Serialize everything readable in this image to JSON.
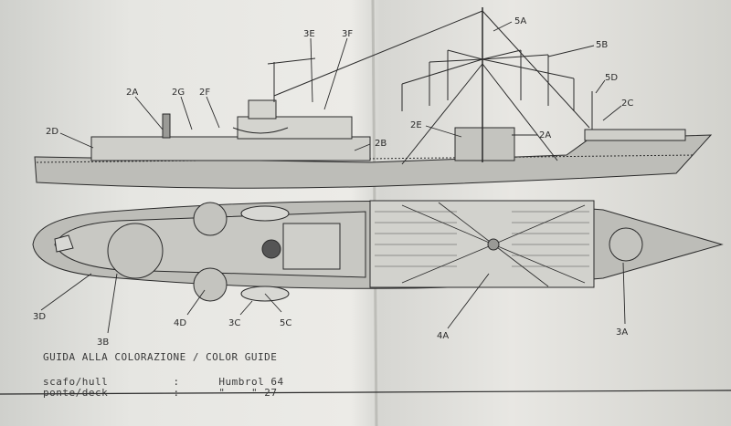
{
  "callouts": {
    "c_5A": "5A",
    "c_5B": "5B",
    "c_5D": "5D",
    "c_3E": "3E",
    "c_3F": "3F",
    "c_2A_left": "2A",
    "c_2G": "2G",
    "c_2F": "2F",
    "c_2D": "2D",
    "c_2E": "2E",
    "c_2A_right": "2A",
    "c_2C": "2C",
    "c_2B": "2B",
    "c_3D": "3D",
    "c_3B": "3B",
    "c_4D": "4D",
    "c_3C": "3C",
    "c_5C": "5C",
    "c_4A": "4A",
    "c_3A": "3A"
  },
  "legend": {
    "title": "GUIDA ALLA COLORAZIONE / COLOR GUIDE",
    "rows": [
      {
        "label": "scafo/hull",
        "sep": ":",
        "value": "Humbrol 64"
      },
      {
        "label": "ponte/deck",
        "sep": ":",
        "value": "\"    \" 27"
      }
    ]
  },
  "colors": {
    "ink": "#2a2a2a",
    "paper": "#e6e6e2",
    "hull_fill": "#bdbdb8"
  }
}
